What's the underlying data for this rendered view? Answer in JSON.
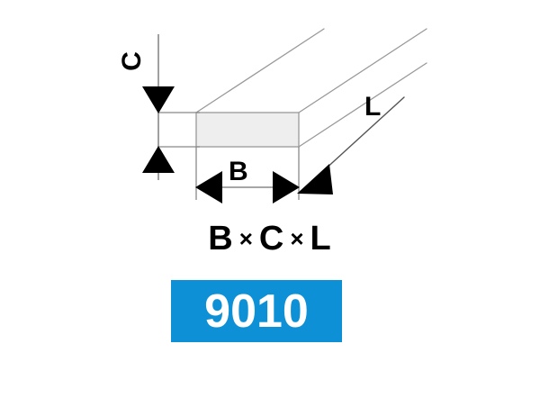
{
  "diagram": {
    "type": "technical-dimension-drawing",
    "subject": "flat rectangular bar",
    "projection": "oblique-3d",
    "dimension_labels": {
      "thickness": "C",
      "width": "B",
      "length": "L"
    },
    "formula": {
      "terms": [
        "B",
        "C",
        "L"
      ],
      "operator": "×",
      "full_text": "B × C × L"
    },
    "colors": {
      "face_fill": "#eeeeee",
      "outline": "#999999",
      "dimension_line": "#888888",
      "arrow_fill": "#000000",
      "badge_background": "#0d90d6",
      "badge_text": "#ffffff",
      "page_background": "#ffffff"
    }
  },
  "badge": {
    "code": "9010"
  }
}
